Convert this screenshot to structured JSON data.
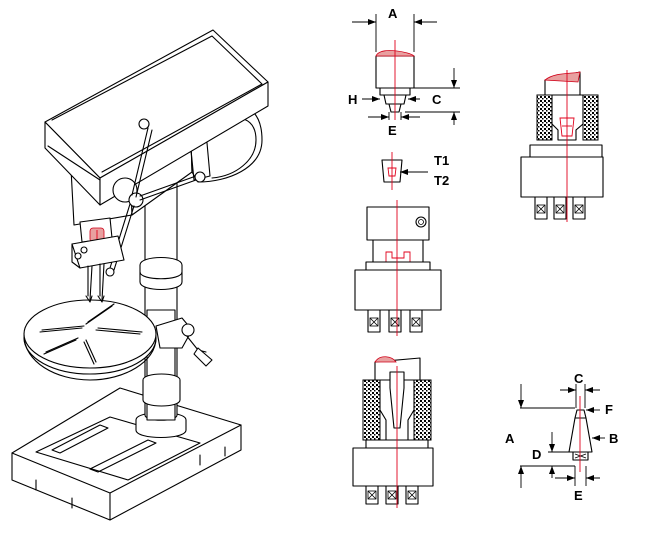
{
  "labels": {
    "dim_a_top": "A",
    "dim_h": "H",
    "dim_c_top": "C",
    "dim_e_top": "E",
    "dim_t1": "T1",
    "dim_t2": "T2",
    "dim_c_bot": "C",
    "dim_f": "F",
    "dim_a_bot": "A",
    "dim_b": "B",
    "dim_d": "D",
    "dim_e_bot": "E"
  },
  "colors": {
    "line": "#000000",
    "accent_red": "#e0001b"
  }
}
